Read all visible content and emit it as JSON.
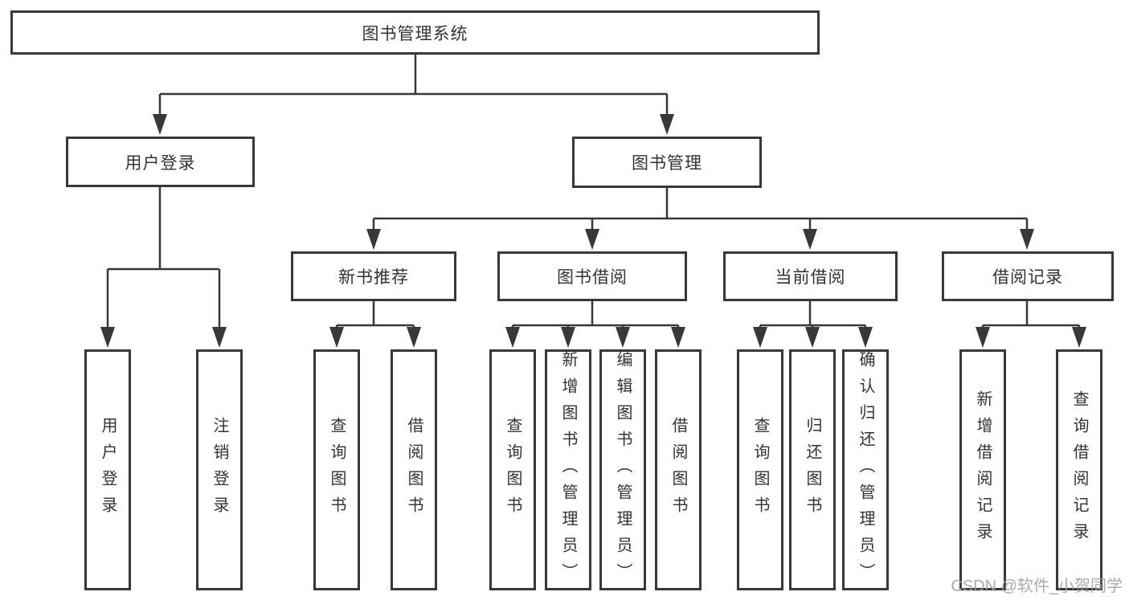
{
  "tree": {
    "label": "图书管理系统",
    "children": [
      {
        "label": "用户登录",
        "children": [
          {
            "label": "用户登录"
          },
          {
            "label": "注销登录"
          }
        ]
      },
      {
        "label": "图书管理",
        "children": [
          {
            "label": "新书推荐",
            "children": [
              {
                "label": "查询图书"
              },
              {
                "label": "借阅图书"
              }
            ]
          },
          {
            "label": "图书借阅",
            "children": [
              {
                "label": "查询图书"
              },
              {
                "label": "新增图书（管理员）"
              },
              {
                "label": "编辑图书（管理员）"
              },
              {
                "label": "借阅图书"
              }
            ]
          },
          {
            "label": "当前借阅",
            "children": [
              {
                "label": "查询图书"
              },
              {
                "label": "归还图书"
              },
              {
                "label": "确认归还（管理员）"
              }
            ]
          },
          {
            "label": "借阅记录",
            "children": [
              {
                "label": "新增借阅记录"
              },
              {
                "label": "查询借阅记录"
              }
            ]
          }
        ]
      }
    ]
  },
  "colors": {
    "line": "#383838",
    "box_fill": "#ffffff",
    "text": "#333333",
    "watermark": "#a2a2a2"
  },
  "watermark": {
    "text": "CSDN @软件_小贺同学"
  }
}
